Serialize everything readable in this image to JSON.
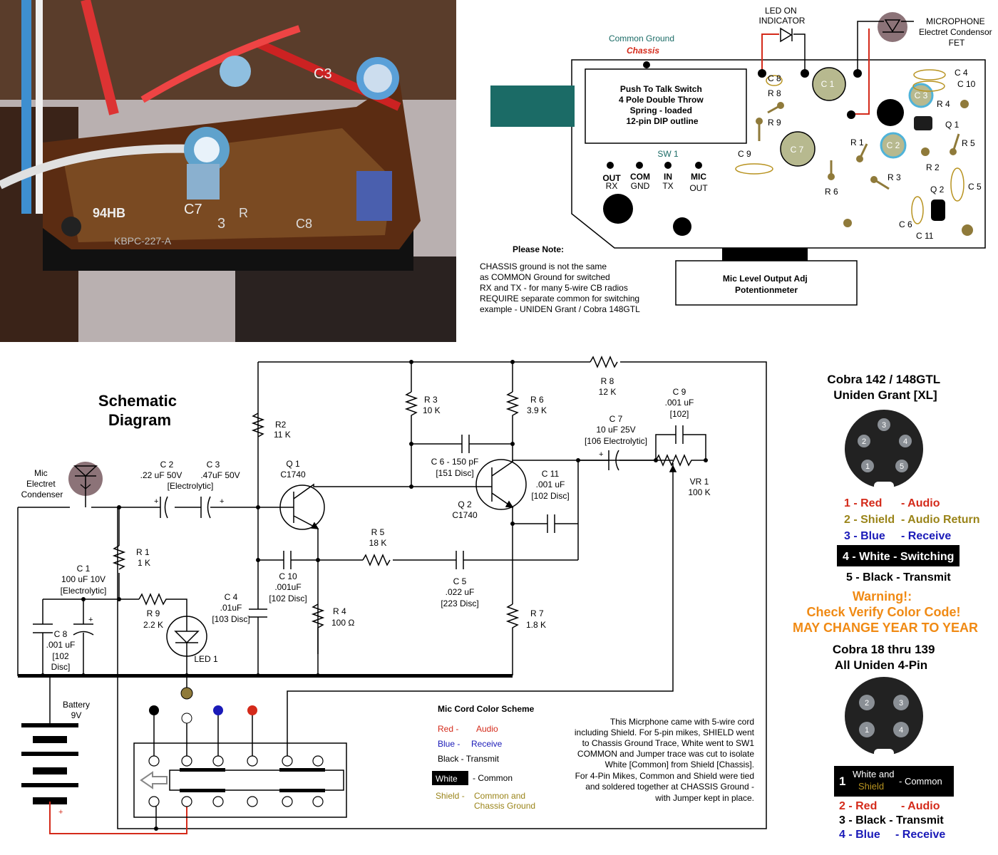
{
  "photo": {
    "markings": [
      "94HB",
      "C7",
      "C3",
      "C8",
      "KBPC-227-A",
      "3",
      "R"
    ]
  },
  "pcb": {
    "common_ground": "Common Ground",
    "chassis": "Chassis",
    "led_on": [
      "LED ON",
      "INDICATOR"
    ],
    "microphone": [
      "MICROPHONE",
      "Electret Condensor",
      "FET"
    ],
    "ptt": [
      "Push To Talk Switch",
      "4 Pole Double Throw",
      "Spring - loaded",
      "12-pin DIP outline"
    ],
    "parts": {
      "c8": "C 8",
      "r8": "R 8",
      "c1": "C 1",
      "c4": "C 4",
      "c10": "C 10",
      "c3": "C 3",
      "r4": "R 4",
      "q1": "Q 1",
      "r9": "R 9",
      "c9": "C 9",
      "c7": "C 7",
      "r1": "R 1",
      "c2": "C 2",
      "r5": "R 5",
      "r2": "R 2",
      "r6": "R 6",
      "r3": "R 3",
      "q2": "Q 2",
      "c5": "C 5",
      "c6": "C 6",
      "c11": "C 11"
    },
    "sw1": "SW 1",
    "terminals": [
      {
        "top": "OUT",
        "bottom": "RX"
      },
      {
        "top": "COM",
        "bottom": "GND"
      },
      {
        "top": "IN",
        "bottom": "TX"
      },
      {
        "top": "MIC",
        "bottom": "OUT"
      }
    ],
    "note_title": "Please Note:",
    "note_lines": [
      "CHASSIS ground is not the same",
      "as COMMON Ground for switched",
      "RX and TX - for many 5-wire CB radios",
      "REQUIRE separate common for switching",
      "example - UNIDEN Grant / Cobra 148GTL"
    ],
    "pot_box": [
      "Mic Level Output Adj",
      "Potentionmeter"
    ]
  },
  "schematic": {
    "title": [
      "Schematic",
      "Diagram"
    ],
    "mic": [
      "Mic",
      "Electret",
      "Condenser"
    ],
    "c2": [
      "C 2",
      ".22 uF 50V"
    ],
    "c3": [
      "C 3",
      ".47uF 50V"
    ],
    "electrolytic": "[Electrolytic]",
    "r2": [
      "R2",
      "11 K"
    ],
    "q1": [
      "Q 1",
      "C1740"
    ],
    "r3": [
      "R 3",
      "10 K"
    ],
    "r6": [
      "R 6",
      "3.9 K"
    ],
    "r8": [
      "R 8",
      "12 K"
    ],
    "c9": [
      "C 9",
      ".001 uF",
      "[102]"
    ],
    "c7": [
      "C 7",
      "10 uF 25V",
      "[106 Electrolytic]"
    ],
    "c6": [
      "C 6 - 150 pF",
      "[151 Disc]"
    ],
    "c11": [
      "C 11",
      ".001 uF",
      "[102 Disc]"
    ],
    "q2": [
      "Q 2",
      "C1740"
    ],
    "vr1": [
      "VR 1",
      "100 K"
    ],
    "r1": [
      "R 1",
      "1 K"
    ],
    "c1": [
      "C 1",
      "100 uF 10V",
      "[Electrolytic]"
    ],
    "r5": [
      "R 5",
      "18 K"
    ],
    "c10": [
      "C 10",
      ".001uF",
      "[102 Disc]"
    ],
    "c4": [
      "C 4",
      ".01uF",
      "[103 Disc]"
    ],
    "c5": [
      "C 5",
      ".022 uF",
      "[223 Disc]"
    ],
    "r9": [
      "R 9",
      "2.2 K"
    ],
    "r4": [
      "R 4",
      "100 Ω"
    ],
    "r7": [
      "R 7",
      "1.8 K"
    ],
    "c8": [
      "C 8",
      ".001 uF",
      "[102",
      "Disc]"
    ],
    "led1": "LED 1",
    "battery": [
      "Battery",
      "9V"
    ],
    "plus": "+",
    "cord_title": "Mic Cord Color Scheme",
    "cord": {
      "red": [
        "Red -",
        "Audio"
      ],
      "blue": [
        "Blue -",
        "Receive"
      ],
      "black": "Black - Transmit",
      "white": [
        "White",
        "- Common"
      ],
      "shield": [
        "Shield -",
        "Common  and",
        "Chassis Ground"
      ]
    },
    "paragraph": [
      "This Micrphone came with 5-wire cord",
      "including Shield. For 5-pin mikes, SHIELD went",
      "to Chassis Ground Trace, White went to SW1",
      "COMMON and Jumper trace was cut to isolate",
      "White [Common] from Shield [Chassis].",
      "For 4-Pin Mikes, Common and Shield were tied",
      "and soldered together at CHASSIS Ground -",
      "with Jumper kept in place."
    ]
  },
  "connectors": {
    "five_pin_title": [
      "Cobra 142 / 148GTL",
      "Uniden Grant [XL]"
    ],
    "five_pin_numbers": [
      "1",
      "2",
      "3",
      "4",
      "5"
    ],
    "five_pin_legend": [
      {
        "num": "1 - Red",
        "func": "- Audio"
      },
      {
        "num": "2 - Shield",
        "func": "- Audio Return"
      },
      {
        "num": "3 - Blue",
        "func": "- Receive"
      },
      {
        "text": "4 - White - Switching"
      },
      {
        "text": "5 - Black - Transmit"
      }
    ],
    "warning": [
      "Warning!:",
      "Check Verify Color Code!",
      "MAY CHANGE YEAR TO YEAR"
    ],
    "four_pin_title": [
      "Cobra 18 thru 139",
      "All Uniden 4-Pin"
    ],
    "four_pin_numbers": [
      "1",
      "2",
      "3",
      "4"
    ],
    "four_pin_box": {
      "num": "1",
      "white_and": "White and",
      "shield": "Shield",
      "common": "- Common"
    },
    "four_pin_legend": [
      {
        "num": "2 - Red",
        "func": "- Audio"
      },
      {
        "text": "3 - Black  - Transmit"
      },
      {
        "num": "4 - Blue",
        "func": "- Receive"
      }
    ]
  },
  "colors": {
    "red": "#d42a1a",
    "blue": "#1a1ab8",
    "shield": "#9a8419",
    "warning": "#f08a14",
    "brown": "#8f7a3a",
    "teal": "#1b6b66",
    "gold": "#b89320",
    "mic": "#8c7378"
  }
}
